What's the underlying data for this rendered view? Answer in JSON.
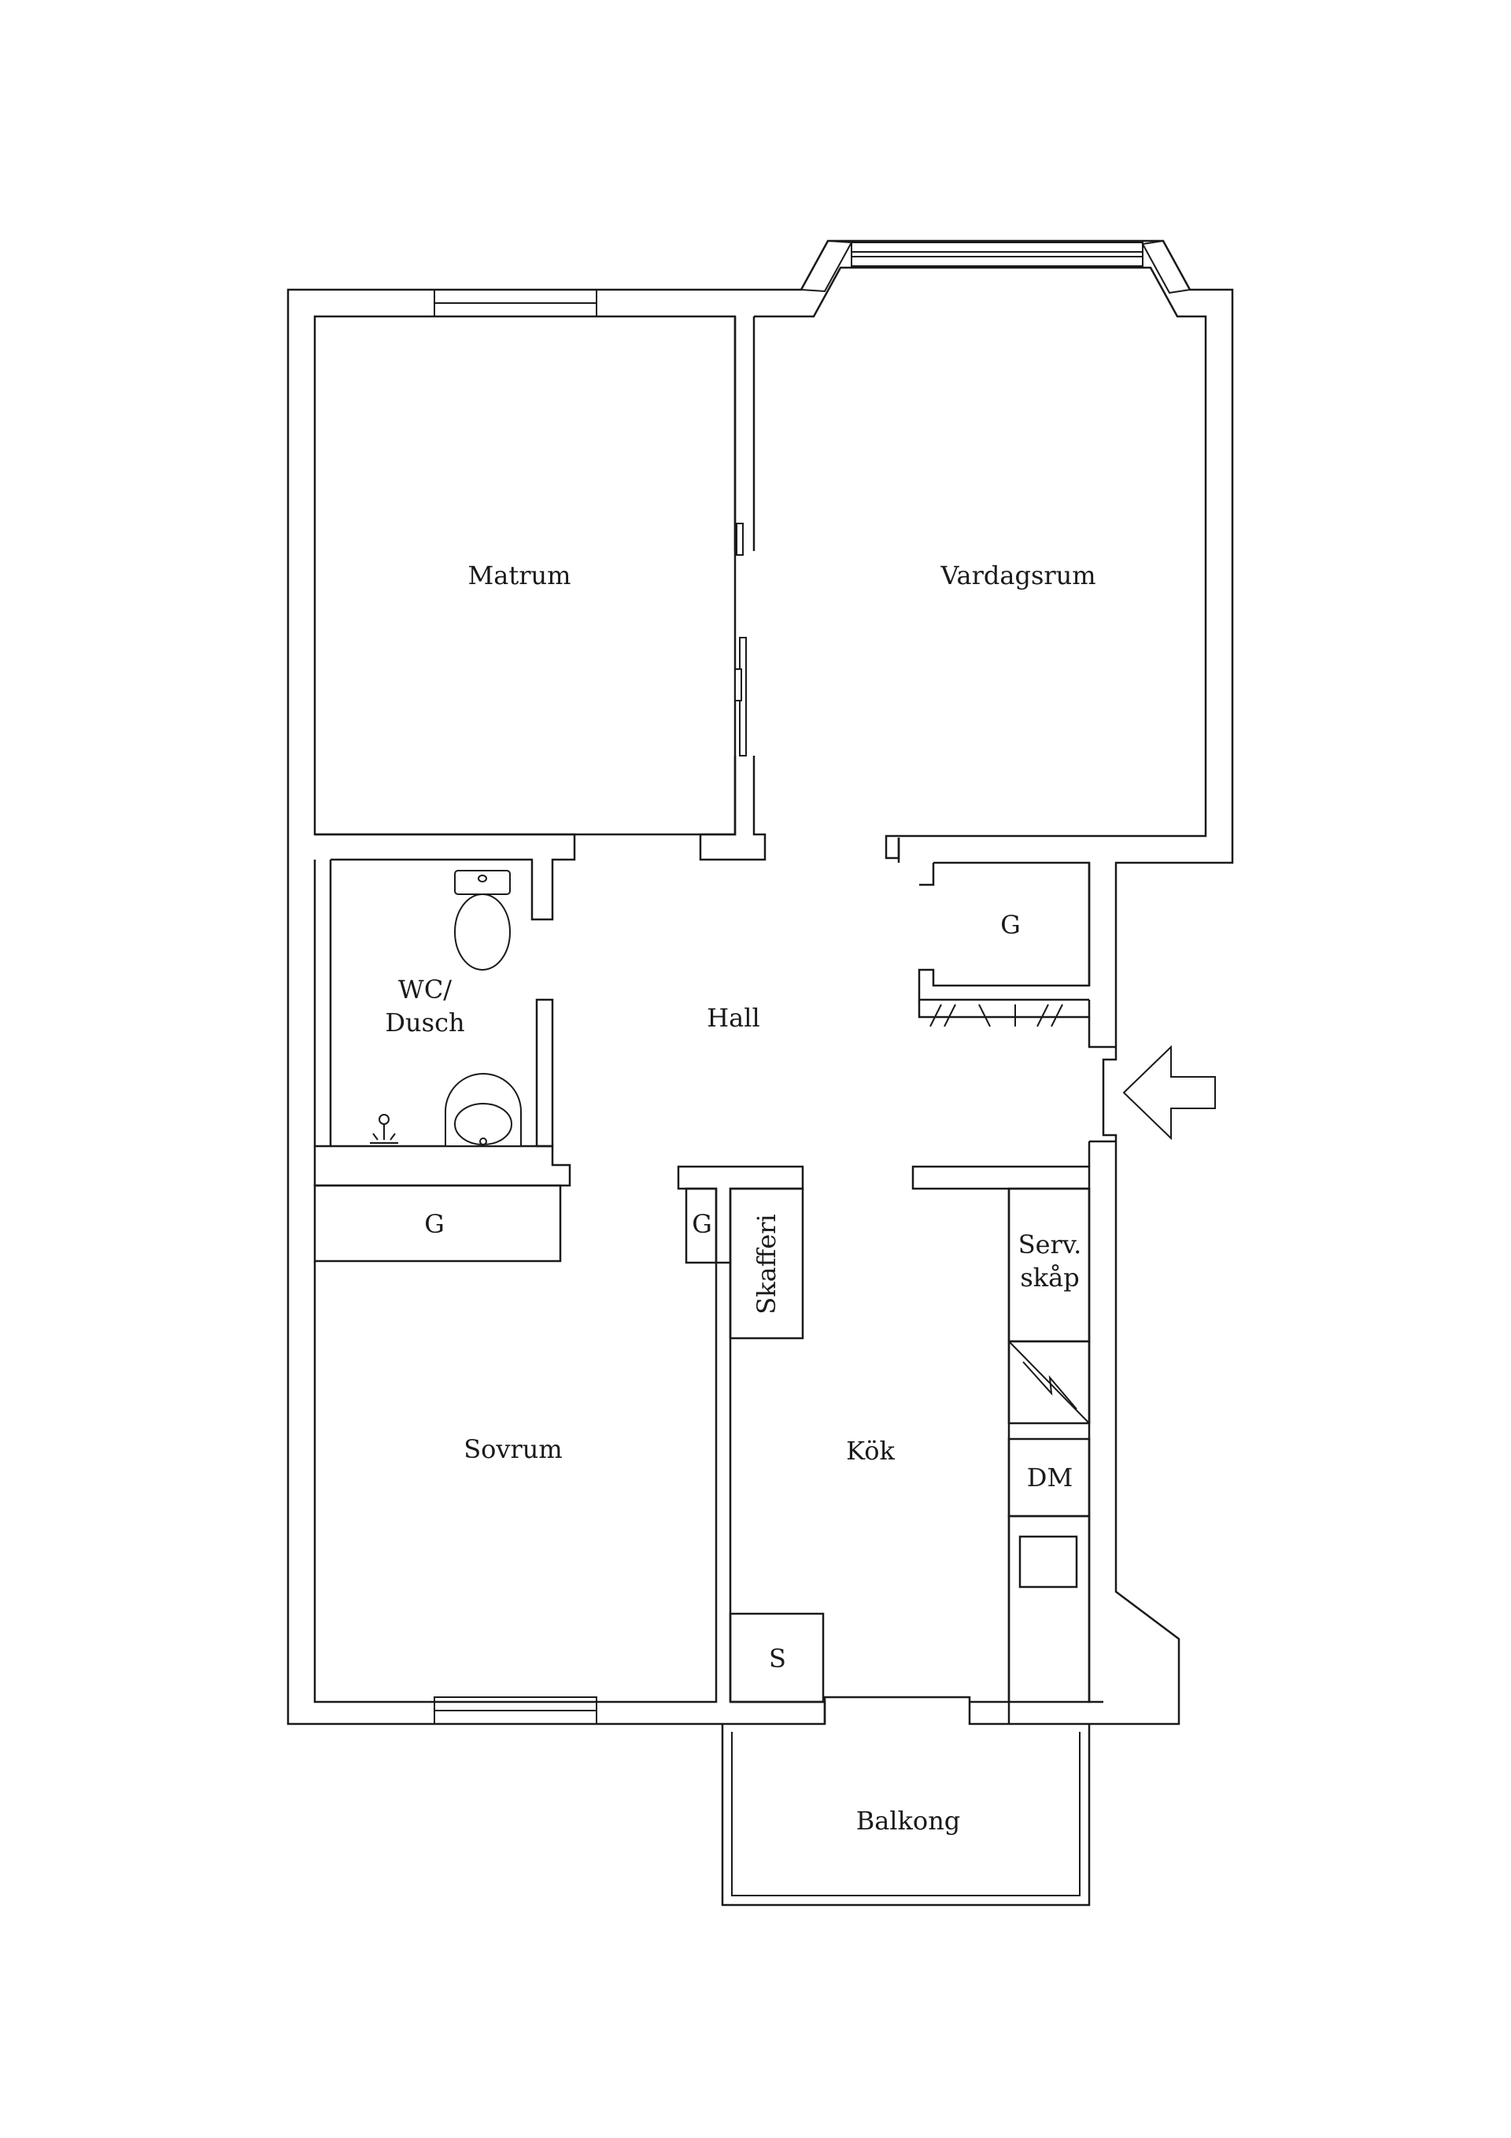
{
  "rooms": {
    "matrum": "Matrum",
    "vardagsrum": "Vardagsrum",
    "wc_line1": "WC/",
    "wc_line2": "Dusch",
    "hall": "Hall",
    "garderob_hall": "G",
    "garderob_sovrum": "G",
    "garderob_small": "G",
    "skafferi": "Skafferi",
    "serv_line1": "Serv.",
    "serv_line2": "skåp",
    "dm": "DM",
    "sovrum": "Sovrum",
    "kok": "Kök",
    "s": "S",
    "balkong": "Balkong"
  },
  "icons": {
    "entrance": "entrance-arrow-icon",
    "toilet": "toilet-icon",
    "sink": "sink-icon",
    "shower": "shower-icon",
    "electrical": "electrical-panel-icon",
    "stove": "stove-icon"
  },
  "colors": {
    "line": "#1a1a1a",
    "background": "#ffffff"
  }
}
